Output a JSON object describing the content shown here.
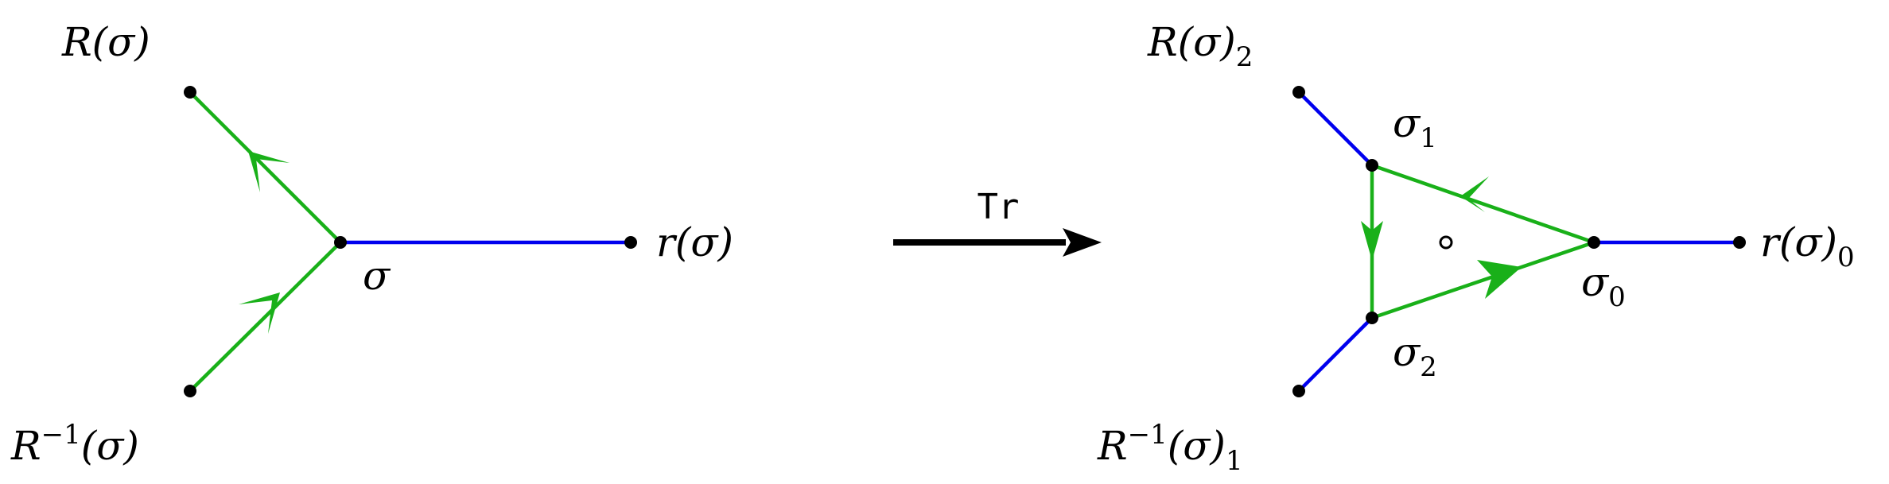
{
  "colors": {
    "tree_edge": "#0000ee",
    "cycle_edge": "#19b019",
    "node": "#000000",
    "arrow": "#000000"
  },
  "left": {
    "label_R": {
      "base": "R(σ)"
    },
    "label_Rinv": {
      "base": "R",
      "sup": "−1",
      "tail": "(σ)"
    },
    "label_r": {
      "base": "r(σ)"
    },
    "label_sigma": {
      "base": "σ"
    }
  },
  "transform": {
    "label": "Tr"
  },
  "right": {
    "label_R": {
      "base": "R(σ)",
      "sub": "2"
    },
    "label_Rinv": {
      "base": "R",
      "sup": "−1",
      "tail": "(σ)",
      "sub": "1"
    },
    "label_r": {
      "base": "r(σ)",
      "sub": "0"
    },
    "label_sigma0": {
      "base": "σ",
      "sub": "0"
    },
    "label_sigma1": {
      "base": "σ",
      "sub": "1"
    },
    "label_sigma2": {
      "base": "σ",
      "sub": "2"
    },
    "center_mark": "∘"
  }
}
